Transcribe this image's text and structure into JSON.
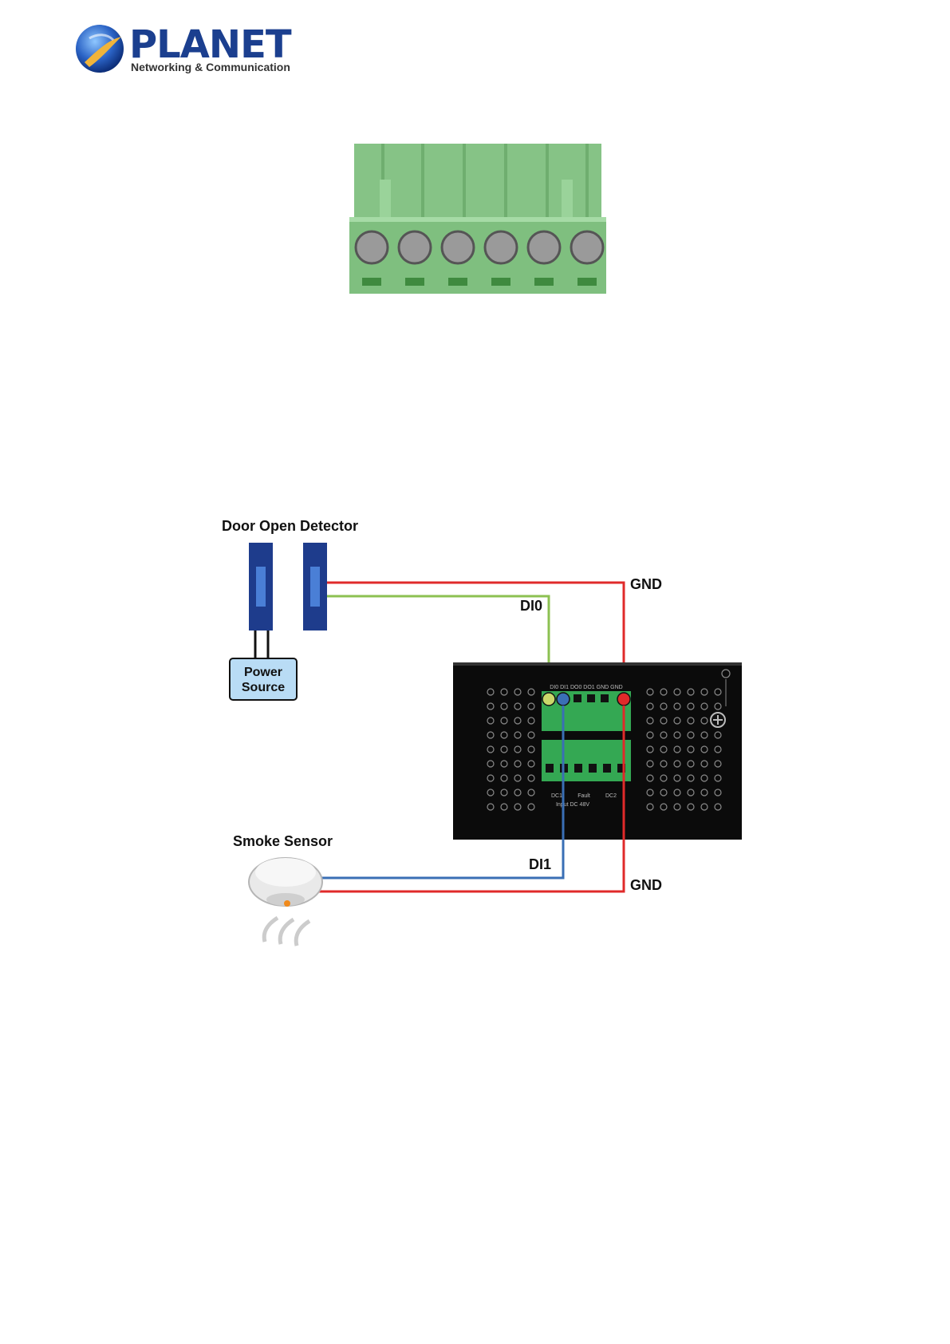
{
  "header": {
    "brand": "PLANET",
    "tagline": "Networking & Communication",
    "logo_icon": "globe-swoosh-icon",
    "brand_color": "#1b3f8f"
  },
  "diagram": {
    "door_detector_label": "Door Open Detector",
    "power_source_line1": "Power",
    "power_source_line2": "Source",
    "smoke_sensor_label": "Smoke Sensor",
    "di0_label": "DI0",
    "di1_label": "DI1",
    "gnd_top_label": "GND",
    "gnd_bottom_label": "GND",
    "wire_colors": {
      "di0": "#8cc152",
      "di1": "#3a6fb5",
      "gnd": "#e02a2a"
    },
    "device_terminal_labels": "DI0 DI1 DO0 DO1 GND GND",
    "device_power_labels": [
      "DC1",
      "Fault",
      "DC2"
    ],
    "device_input_label": "Input DC 48V"
  },
  "connector": {
    "icon": "six-pin-terminal-block-icon",
    "color": "#7fbf7f"
  }
}
